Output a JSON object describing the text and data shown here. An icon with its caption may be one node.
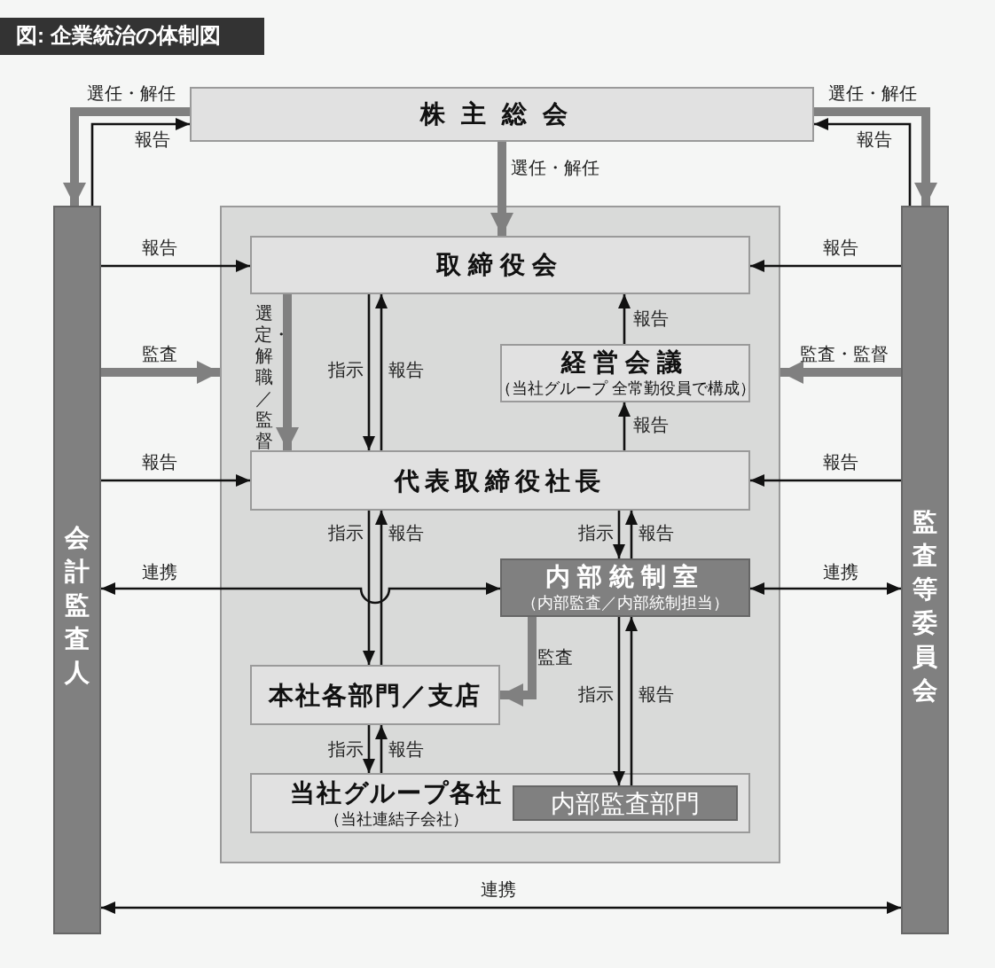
{
  "diagram": {
    "title": "図: 企業統治の体制図",
    "nodes": [
      {
        "text": [
          "株主総会"
        ]
      },
      {
        "text": [
          "会計監査人"
        ]
      },
      {
        "text": [
          "監査等委員会"
        ]
      },
      {
        "text": [],
        "shape": "box"
      },
      {
        "text": [
          "取締役会"
        ],
        "in": 3
      },
      {
        "text": [
          "経営会議",
          "（当社グループ 全常勤役員で構成）"
        ],
        "in": 3
      },
      {
        "text": [
          "代表取締役社長"
        ],
        "in": 3
      },
      {
        "text": [
          "内部統制室",
          "（内部監査／内部統制担当）"
        ],
        "in": 3
      },
      {
        "text": [
          "本社各部門／支店"
        ],
        "in": 3
      },
      {
        "text": [
          "当社グループ各社",
          "（当社連結子会社）"
        ],
        "in": 3
      },
      {
        "text": [
          "内部監査部門"
        ],
        "in": 9
      }
    ],
    "edges": [
      {
        "from": 0,
        "to": 1,
        "arrow": "to",
        "label": "選任・解任",
        "style": "thick",
        "color": "#808080"
      },
      {
        "from": 1,
        "to": 0,
        "arrow": "to",
        "label": "報告"
      },
      {
        "from": 0,
        "to": 2,
        "arrow": "to",
        "label": "選任・解任",
        "style": "thick",
        "color": "#808080"
      },
      {
        "from": 2,
        "to": 0,
        "arrow": "to",
        "label": "報告"
      },
      {
        "from": 0,
        "to": 4,
        "arrow": "to",
        "label": "選任・解任",
        "style": "thick",
        "color": "#808080"
      },
      {
        "from": 1,
        "to": 4,
        "arrow": "to",
        "label": "報告"
      },
      {
        "from": 2,
        "to": 4,
        "arrow": "to",
        "label": "報告"
      },
      {
        "from": 1,
        "to": 3,
        "arrow": "to",
        "label": "監査",
        "style": "thick",
        "color": "#808080"
      },
      {
        "from": 2,
        "to": 3,
        "arrow": "to",
        "label": "監査・監督",
        "style": "thick",
        "color": "#808080"
      },
      {
        "from": 1,
        "to": 6,
        "arrow": "to",
        "label": "報告"
      },
      {
        "from": 2,
        "to": 6,
        "arrow": "to",
        "label": "報告"
      },
      {
        "from": 4,
        "to": 6,
        "arrow": "to",
        "label": "選定・解職／監督",
        "style": "thick",
        "color": "#808080"
      },
      {
        "from": 4,
        "to": 6,
        "arrow": "to",
        "label": "指示"
      },
      {
        "from": 6,
        "to": 4,
        "arrow": "to",
        "label": "報告"
      },
      {
        "from": 5,
        "to": 4,
        "arrow": "to",
        "label": "報告"
      },
      {
        "from": 6,
        "to": 5,
        "arrow": "to",
        "label": "報告"
      },
      {
        "from": 6,
        "to": 8,
        "arrow": "to",
        "label": "指示"
      },
      {
        "from": 8,
        "to": 6,
        "arrow": "to",
        "label": "報告"
      },
      {
        "from": 1,
        "to": 7,
        "arrow": "both",
        "label": "連携"
      },
      {
        "from": 2,
        "to": 7,
        "arrow": "both",
        "label": "連携"
      },
      {
        "from": 6,
        "to": 7,
        "arrow": "to",
        "label": "指示"
      },
      {
        "from": 7,
        "to": 6,
        "arrow": "to",
        "label": "報告"
      },
      {
        "from": 7,
        "to": 8,
        "arrow": "to",
        "label": "監査",
        "style": "thick",
        "color": "#808080"
      },
      {
        "from": 8,
        "to": 9,
        "arrow": "to",
        "label": "指示"
      },
      {
        "from": 9,
        "to": 8,
        "arrow": "to",
        "label": "報告"
      },
      {
        "from": 7,
        "to": 10,
        "arrow": "to",
        "label": "指示"
      },
      {
        "from": 10,
        "to": 7,
        "arrow": "to",
        "label": "報告"
      },
      {
        "from": 1,
        "to": 2,
        "arrow": "both",
        "label": "連携"
      }
    ]
  }
}
